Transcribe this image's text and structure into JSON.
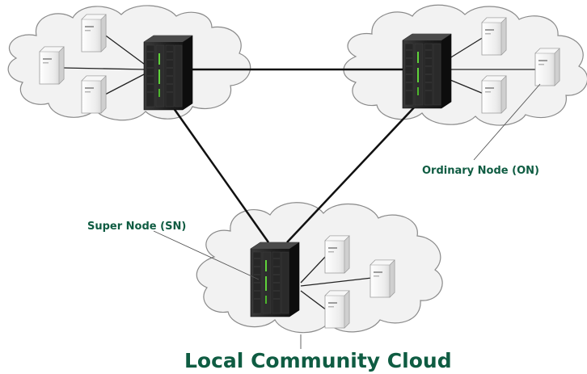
{
  "labels": {
    "ordinary_node": "Ordinary Node (ON)",
    "super_node": "Super Node (SN)",
    "cloud_title": "Local Community Cloud"
  },
  "colors": {
    "label_green": "#0f5c42",
    "cloud_fill": "#f2f2f2",
    "cloud_stroke": "#8a8a8a",
    "link": "#111111",
    "server_dark": "#2b2b2b",
    "server_led": "#5fd23a"
  },
  "icons": {
    "super_node": "rack-server-icon",
    "ordinary_node": "tower-server-icon",
    "cloud": "cloud-shape"
  }
}
